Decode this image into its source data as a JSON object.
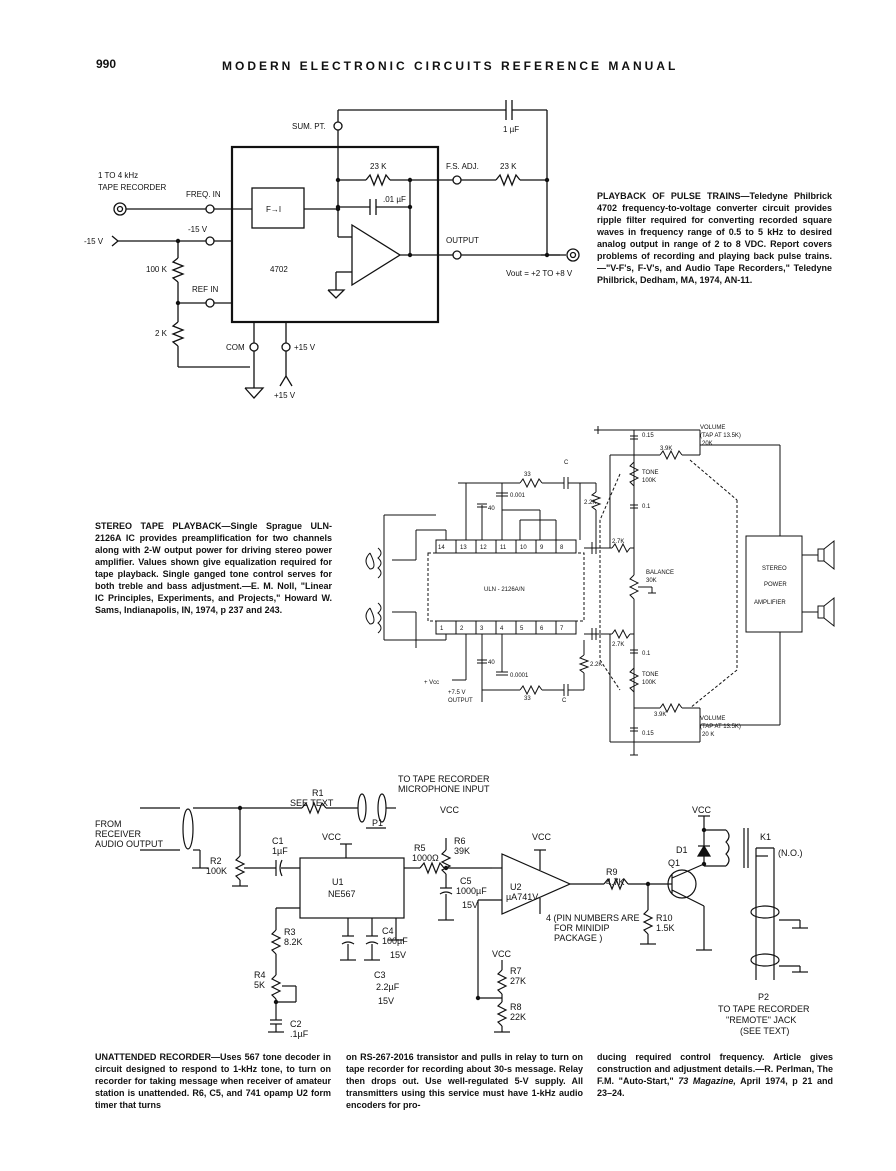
{
  "header": {
    "page_number": "990",
    "title": "MODERN ELECTRONIC CIRCUITS REFERENCE MANUAL"
  },
  "fig1": {
    "caption_lead": "PLAYBACK OF PULSE TRAINS",
    "caption_body": "—Teledyne Philbrick 4702 frequency-to-voltage converter circuit provides ripple filter required for converting recorded square waves in frequency range of 0.5 to 5 kHz to desired analog output in range of 2 to 8 VDC. Report covers problems of recording and playing back pulse trains.—\"V-F's, F-V's, and Audio Tape Recorders,\" Teledyne Philbrick, Dedham, MA, 1974, AN-11.",
    "labels": {
      "input": "1 TO 4 kHz",
      "input2": "TAPE RECORDER",
      "freq_in": "FREQ. IN",
      "neg15a": "-15 V",
      "neg15b": "-15 V",
      "r100k": "100 K",
      "ref_in": "REF IN",
      "r2k": "2 K",
      "com": "COM",
      "pos15a": "+15 V",
      "pos15b": "+15 V",
      "sum_pt": "SUM. PT.",
      "cap1uf": "1 µF",
      "r23k_a": "23 K",
      "fs_adj": "F.S. ADJ.",
      "r23k_b": "23 K",
      "cap01": ".01 µF",
      "fi": "F→I",
      "chip": "4702",
      "output": "OUTPUT",
      "vout": "Vout = +2 TO +8 V"
    }
  },
  "fig2": {
    "caption_lead": "STEREO TAPE PLAYBACK",
    "caption_body": "—Single Sprague ULN-2126A IC provides preamplification for two channels along with 2-W output power for driving stereo power amplifier. Values shown give equalization required for tape playback. Single ganged tone control serves for both treble and bass adjustment.—E. M. Noll, \"Linear IC Principles, Experiments, and Projects,\" Howard W. Sams, Indianapolis, IN, 1974, p 237 and 243.",
    "labels": {
      "chip": "ULN - 2126A/N",
      "top_pins": [
        "14",
        "13",
        "12",
        "11",
        "10",
        "9",
        "8"
      ],
      "bottom_pins": [
        "1",
        "2",
        "3",
        "4",
        "5",
        "6",
        "7"
      ],
      "c015a": "0.15",
      "r39a": "3.9K",
      "tone100a": "TONE",
      "tone100a2": "100K",
      "c01a": "0.1",
      "r22a": "2.2K",
      "r27a": "2.7K",
      "balance": "BALANCE",
      "balance2": "30K",
      "r27b": "2.7K",
      "c01b": "0.1",
      "tone100b": "TONE",
      "tone100b2": "100K",
      "r22b": "2.2K",
      "r39b": "3.9K",
      "c015b": "0.15",
      "r33a": "33",
      "c_a": "C",
      "c0001a": "0.001",
      "c40a": "40",
      "c40b": "40",
      "c0001b": "0.0001",
      "r33b": "33",
      "c_b": "C",
      "vcc": "+ Vcc",
      "v75": "+7.5 V",
      "v75b": "OUTPUT",
      "vol_a1": "VOLUME",
      "vol_a2": "(TAP AT 13.5K)",
      "vol_a3": "20K",
      "vol_b1": "VOLUME",
      "vol_b2": "(TAP AT 13.5K)",
      "vol_b3": "20 K",
      "amp1": "STEREO",
      "amp2": "POWER",
      "amp3": "AMPLIFIER"
    }
  },
  "fig3": {
    "caption_lead": "UNATTENDED RECORDER",
    "col1_body": "—Uses 567 tone decoder in circuit designed to respond to 1-kHz tone, to turn on recorder for taking message when receiver of amateur station is unattended. R6, C5, and 741 opamp U2 form timer that turns",
    "col2_body": "on RS-267-2016 transistor and pulls in relay to turn on tape recorder for recording about 30-s message. Relay then drops out. Use well-regulated 5-V supply. All transmitters using this service must have 1-kHz audio encoders for pro-",
    "col3_body_a": "ducing required control frequency. Article gives construction and adjustment details.—R. Perlman, The F.M. \"Auto-Start,\" ",
    "col3_magazine": "73 Magazine,",
    "col3_body_b": " April 1974, p 21 and 23–24.",
    "labels": {
      "to_tape": "TO TAPE RECORDER",
      "mic_input": "MICROPHONE INPUT",
      "r1": "R1",
      "see_text": "SEE TEXT",
      "from": "FROM",
      "receiver": "RECEIVER",
      "audio_out": "AUDIO OUTPUT",
      "p1": "P1",
      "vcc1": "VCC",
      "vcc2": "VCC",
      "vcc3": "VCC",
      "vcc4": "VCC",
      "vcc5": "VCC",
      "c1": "C1",
      "c1v": "1µF",
      "r2": "R2",
      "r2v": "100K",
      "u1": "U1",
      "u1v": "NE567",
      "r5": "R5",
      "r5v": "1000Ω",
      "r6": "R6",
      "r6v": "39K",
      "c5": "C5",
      "c5v": "1000µF",
      "c5v2": "15V",
      "u2": "U2",
      "u2v": "µA741V",
      "pin_note1": "4 (PIN NUMBERS ARE",
      "pin_note2": "FOR MINIDIP",
      "pin_note3": "PACKAGE )",
      "r9": "R9",
      "r9v": "4.7K",
      "q1": "Q1",
      "d1": "D1",
      "k1": "K1",
      "no": "(N.O.)",
      "r10": "R10",
      "r10v": "1.5K",
      "r3": "R3",
      "r3v": "8.2K",
      "r4": "R4",
      "r4v": "5K",
      "c2": "C2",
      "c2v": ".1µF",
      "c3": "C3",
      "c3v": "2.2µF",
      "c3v2": "15V",
      "c4": "C4",
      "c4v": "100µF",
      "c4v2": "15V",
      "r7": "R7",
      "r7v": "27K",
      "r8": "R8",
      "r8v": "22K",
      "p2": "P2",
      "p2a": "TO TAPE RECORDER",
      "p2b": "\"REMOTE\" JACK",
      "p2c": "(SEE TEXT)"
    }
  }
}
